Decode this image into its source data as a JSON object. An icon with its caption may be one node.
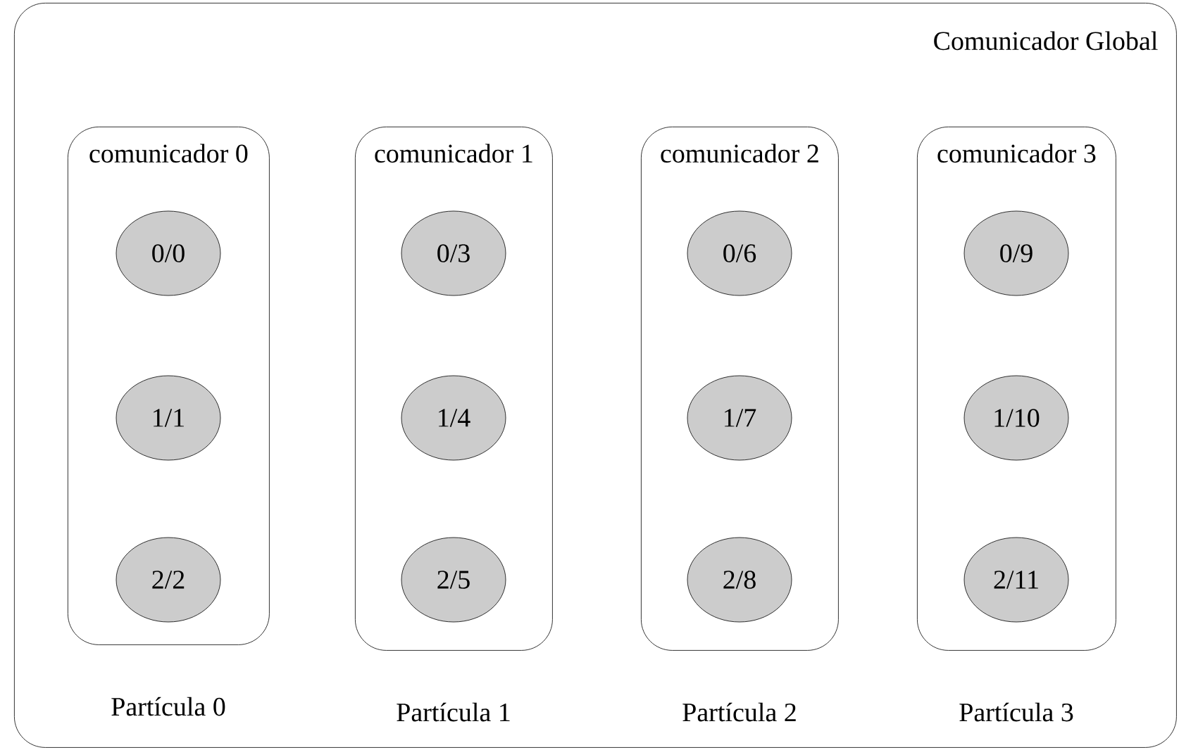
{
  "diagram": {
    "nodes": [
      {
        "text": [
          "Comunicador Global"
        ]
      },
      {
        "text": [
          "comunicador 0"
        ],
        "beside": [
          "Partícula 0"
        ],
        "in": 0
      },
      {
        "text": [
          "0/0"
        ],
        "in": 1
      },
      {
        "text": [
          "1/1"
        ],
        "in": 1
      },
      {
        "text": [
          "2/2"
        ],
        "in": 1
      },
      {
        "text": [
          "comunicador 1"
        ],
        "beside": [
          "Partícula 1"
        ],
        "in": 0
      },
      {
        "text": [
          "0/3"
        ],
        "in": 5
      },
      {
        "text": [
          "1/4"
        ],
        "in": 5
      },
      {
        "text": [
          "2/5"
        ],
        "in": 5
      },
      {
        "text": [
          "comunicador 2"
        ],
        "beside": [
          "Partícula 2"
        ],
        "in": 0
      },
      {
        "text": [
          "0/6"
        ],
        "in": 9
      },
      {
        "text": [
          "1/7"
        ],
        "in": 9
      },
      {
        "text": [
          "2/8"
        ],
        "in": 9
      },
      {
        "text": [
          "comunicador 3"
        ],
        "beside": [
          "Partícula 3"
        ],
        "in": 0
      },
      {
        "text": [
          "0/9"
        ],
        "in": 13
      },
      {
        "text": [
          "1/10"
        ],
        "in": 13
      },
      {
        "text": [
          "2/11"
        ],
        "in": 13
      }
    ]
  }
}
